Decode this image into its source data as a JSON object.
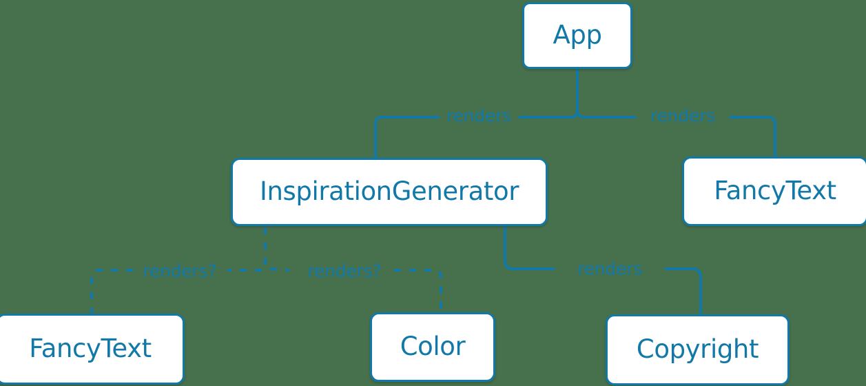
{
  "diagram": {
    "title": "React component render tree",
    "background_color": "#47704c",
    "accent_color": "#1178a8",
    "node_fill_color": "#ffffff",
    "nodes": [
      {
        "id": "app",
        "label": "App"
      },
      {
        "id": "inspiration",
        "label": "InspirationGenerator"
      },
      {
        "id": "fancytext-right",
        "label": "FancyText"
      },
      {
        "id": "fancytext-bottom",
        "label": "FancyText"
      },
      {
        "id": "color",
        "label": "Color"
      },
      {
        "id": "copyright",
        "label": "Copyright"
      }
    ],
    "edges": [
      {
        "id": "app-inspiration",
        "from": "app",
        "to": "inspiration",
        "label": "renders",
        "style": "solid"
      },
      {
        "id": "app-fancytext",
        "from": "app",
        "to": "fancytext-right",
        "label": "renders",
        "style": "solid"
      },
      {
        "id": "ig-fancytext",
        "from": "inspiration",
        "to": "fancytext-bottom",
        "label": "renders?",
        "style": "dashed"
      },
      {
        "id": "ig-color",
        "from": "inspiration",
        "to": "color",
        "label": "renders?",
        "style": "dashed"
      },
      {
        "id": "ig-copyright",
        "from": "inspiration",
        "to": "copyright",
        "label": "renders",
        "style": "solid"
      }
    ]
  }
}
